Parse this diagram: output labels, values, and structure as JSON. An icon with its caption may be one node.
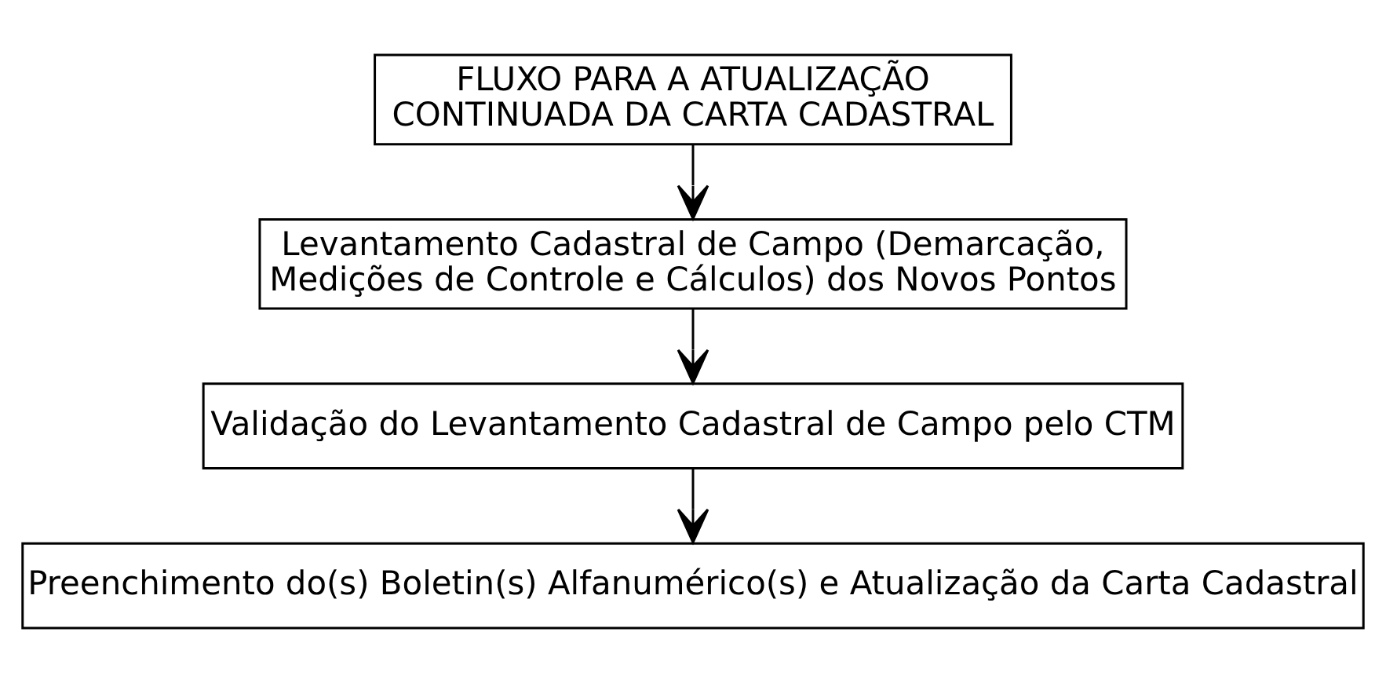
{
  "diagram": {
    "nodes": [
      {
        "text": [
          "FLUXO PARA A ATUALIZAÇÃO CONTINUADA DA CARTA CADASTRAL"
        ]
      },
      {
        "text": [
          "Levantamento Cadastral de Campo (Demarcação, Medições de Controle e Cálculos) dos Novos Pontos"
        ]
      },
      {
        "text": [
          "Validação do Levantamento Cadastral de Campo pelo CTM"
        ]
      },
      {
        "text": [
          "Preenchimento do(s) Boletin(s) Alfanumérico(s) e Atualização da Carta Cadastral"
        ]
      }
    ],
    "edges": [
      {
        "from": 0,
        "to": 1,
        "arrow": "to"
      },
      {
        "from": 1,
        "to": 2,
        "arrow": "to"
      },
      {
        "from": 2,
        "to": 3,
        "arrow": "to"
      }
    ]
  }
}
